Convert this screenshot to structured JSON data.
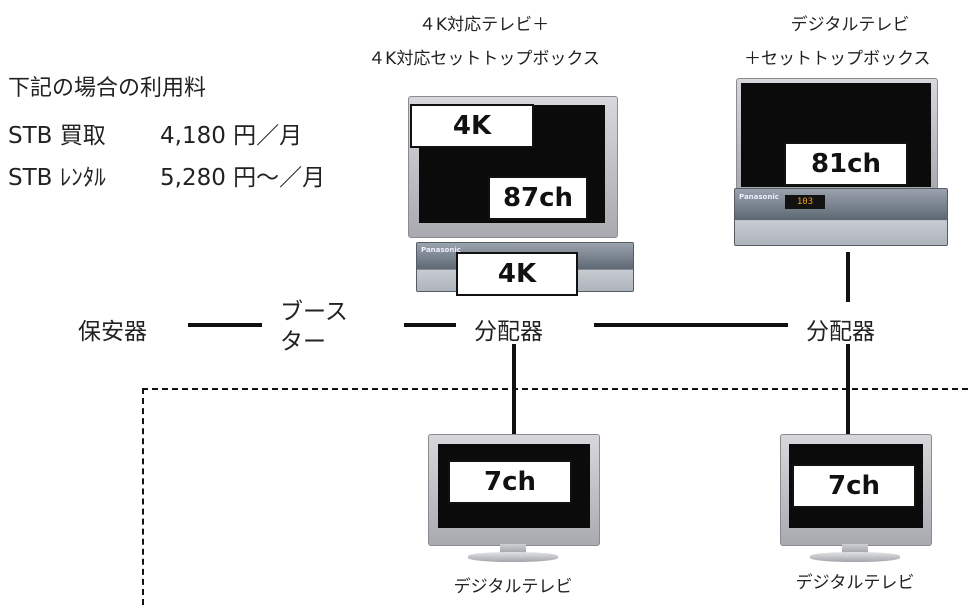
{
  "captions": {
    "tv4k_line1": "４K対応テレビ＋",
    "tv4k_line2": "４K対応セットトップボックス",
    "digital_line1": "デジタルテレビ",
    "digital_line2": "＋セットトップボックス",
    "bottom_left": "デジタルテレビ",
    "bottom_right": "デジタルテレビ"
  },
  "pricing": {
    "heading": "下記の場合の利用料",
    "buy_label": "STB 買取",
    "buy_price": "4,180 円／月",
    "rent_label": "STB ﾚﾝﾀﾙ",
    "rent_price": "5,280 円～／月"
  },
  "nodes": {
    "protector": "保安器",
    "booster_line1": "ブース",
    "booster_line2": "ター",
    "splitter_center": "分配器",
    "splitter_right": "分配器"
  },
  "labels": {
    "tv4k_badge": "4K",
    "tv4k_channel": "87ch",
    "stb4k_badge": "4K",
    "digital_channel": "81ch",
    "bottom_left_channel": "7ch",
    "bottom_right_channel": "7ch",
    "stb_brand": "Panasonic",
    "stb_display": "103"
  }
}
